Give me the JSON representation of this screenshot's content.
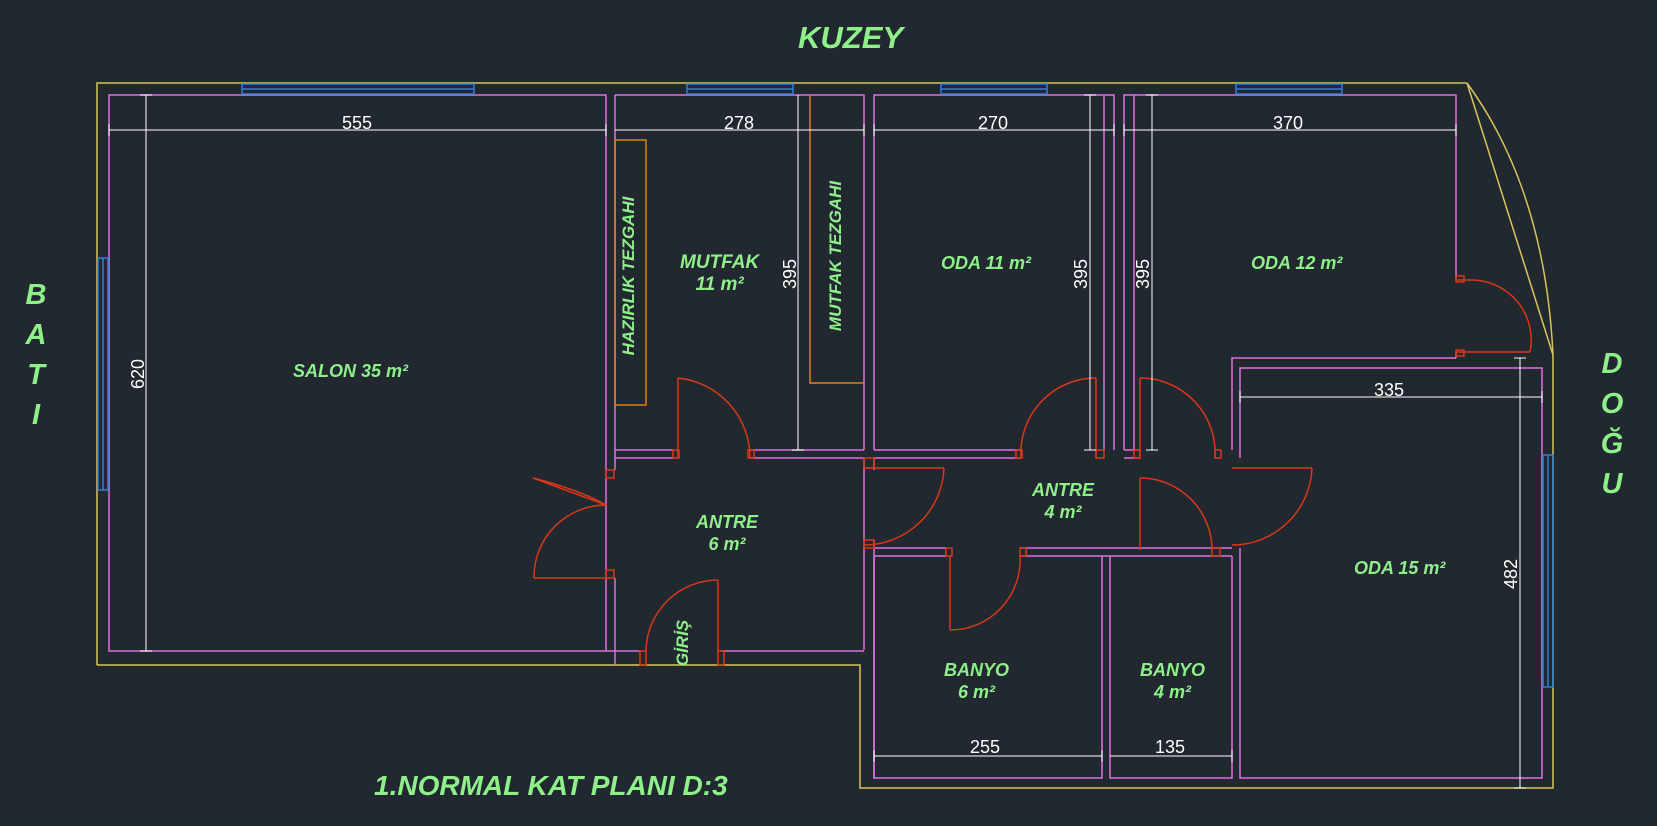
{
  "title": "1.NORMAL KAT PLANI D:3",
  "compass": {
    "north": "KUZEY",
    "west": [
      "B",
      "A",
      "T",
      "I"
    ],
    "east": [
      "D",
      "O",
      "Ğ",
      "U"
    ]
  },
  "rooms": {
    "salon": "SALON 35 m²",
    "mutfak_name": "MUTFAK",
    "mutfak_area": "11 m²",
    "hazirlik": "HAZIRLIK TEZGAHI",
    "mutfak_tezgahi": "MUTFAK TEZGAHI",
    "oda11": "ODA 11 m²",
    "oda12": "ODA 12 m²",
    "oda15": "ODA 15 m²",
    "antre1_name": "ANTRE",
    "antre1_area": "6 m²",
    "antre2_name": "ANTRE",
    "antre2_area": "4 m²",
    "banyo1_name": "BANYO",
    "banyo1_area": "6 m²",
    "banyo2_name": "BANYO",
    "banyo2_area": "4 m²",
    "giris": "GİRİŞ"
  },
  "dimensions": {
    "salon_width": "555",
    "mutfak_width": "278",
    "oda11_width": "270",
    "oda12_width": "370",
    "oda15_width": "335",
    "banyo1_width": "255",
    "banyo2_width": "135",
    "salon_height": "620",
    "mutfak_height": "395",
    "oda11_height": "395",
    "oda12_height": "395",
    "oda15_height": "482"
  },
  "colors": {
    "background": "#212830",
    "text": "#8ff08a",
    "outer_wall": "#d8c55a",
    "inner_wall": "#e070e0",
    "door": "#d83818",
    "window": "#2e7fd6",
    "counter": "#e0801a",
    "dimension": "#ffffff"
  }
}
